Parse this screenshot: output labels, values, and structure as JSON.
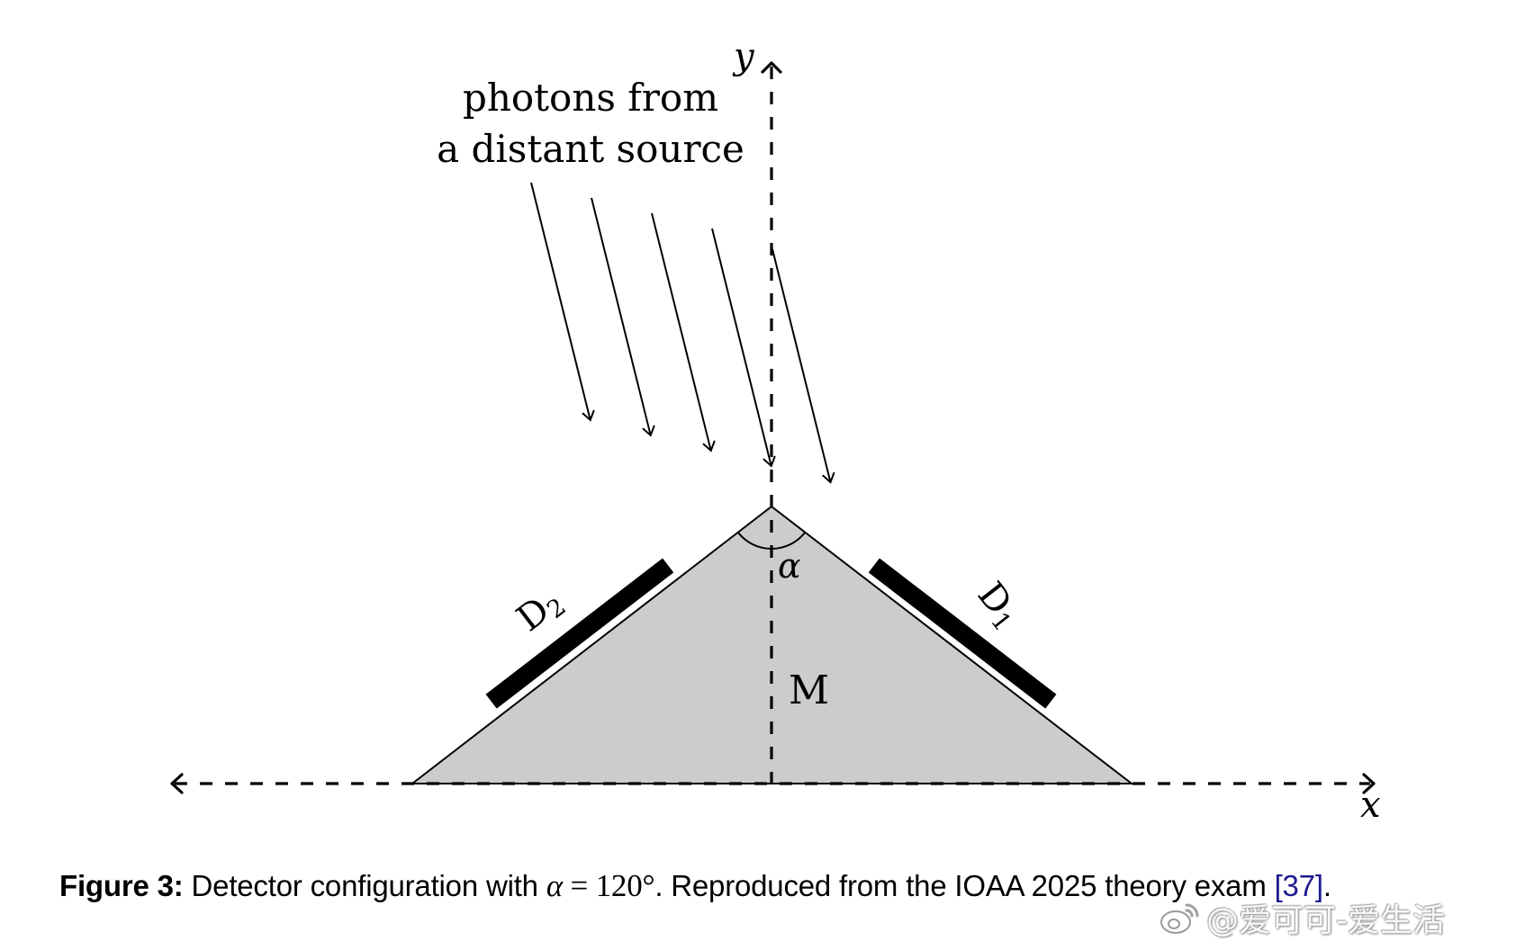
{
  "figure": {
    "title_text": [
      "photons from",
      "a distant source"
    ],
    "axes": {
      "x_label": "x",
      "y_label": "y"
    },
    "labels": {
      "apex_angle": "α",
      "midpoint": "M",
      "detector_left": "D",
      "detector_left_sub": "2",
      "detector_right": "D",
      "detector_right_sub": "1"
    },
    "photon_count": 5,
    "colors": {
      "prism_fill": "#cccccc",
      "detector": "#000000",
      "lines": "#000000"
    }
  },
  "caption": {
    "label": "Figure 3:",
    "text_before": " Detector configuration with ",
    "math_var": "α",
    "math_rest": " = 120°",
    "text_after": ". Reproduced from the IOAA 2025 theory exam ",
    "reference": "[37]",
    "end": ".",
    "reference_color": "#1c1a8e"
  },
  "watermark": {
    "text": "@爱可可-爱生活",
    "logo": "weibo-logo-icon"
  }
}
